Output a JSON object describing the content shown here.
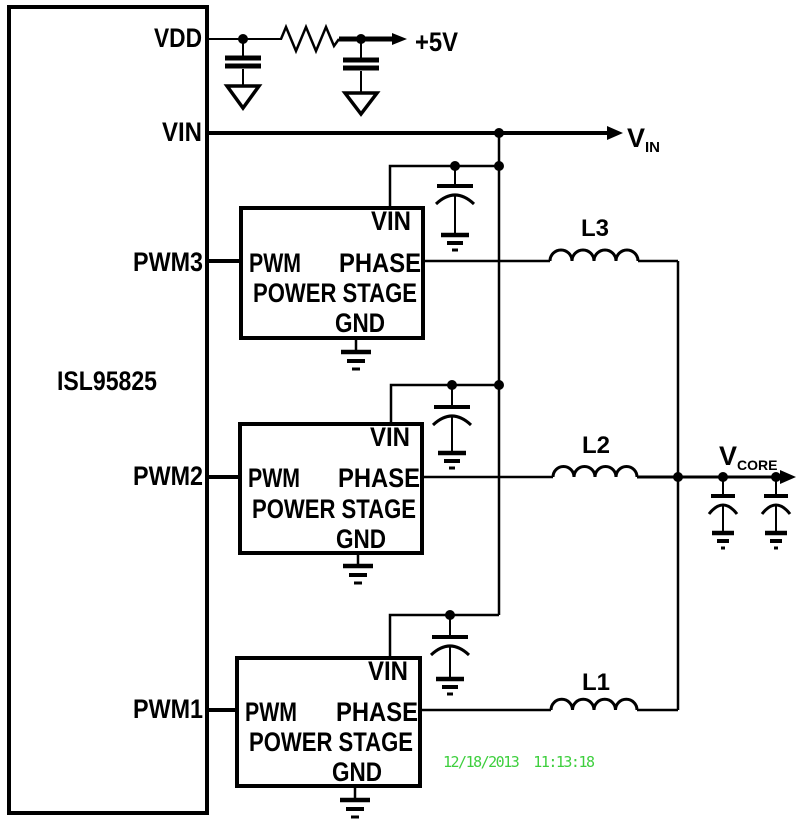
{
  "controller": {
    "part_number": "ISL95825",
    "pins": [
      {
        "label": "VDD"
      },
      {
        "label": "VIN"
      },
      {
        "label": "PWM3"
      },
      {
        "label": "PWM2"
      },
      {
        "label": "PWM1"
      }
    ]
  },
  "power_stages": [
    {
      "pins": {
        "vin": "VIN",
        "pwm": "PWM",
        "phase": "PHASE",
        "gnd": "GND"
      },
      "title": "POWER STAGE",
      "inductor": "L3"
    },
    {
      "pins": {
        "vin": "VIN",
        "pwm": "PWM",
        "phase": "PHASE",
        "gnd": "GND"
      },
      "title": "POWER STAGE",
      "inductor": "L2"
    },
    {
      "pins": {
        "vin": "VIN",
        "pwm": "PWM",
        "phase": "PHASE",
        "gnd": "GND"
      },
      "title": "POWER STAGE",
      "inductor": "L1"
    }
  ],
  "nets": {
    "supply_5v": "+5V",
    "vin": {
      "base": "V",
      "subscript": "IN"
    },
    "vcore": {
      "base": "V",
      "subscript": "CORE"
    }
  },
  "timestamp": {
    "text": "12/18/2013  11:13:18",
    "color": "#3ecf3e"
  },
  "colors": {
    "ink": "#000000",
    "background": "#ffffff"
  }
}
